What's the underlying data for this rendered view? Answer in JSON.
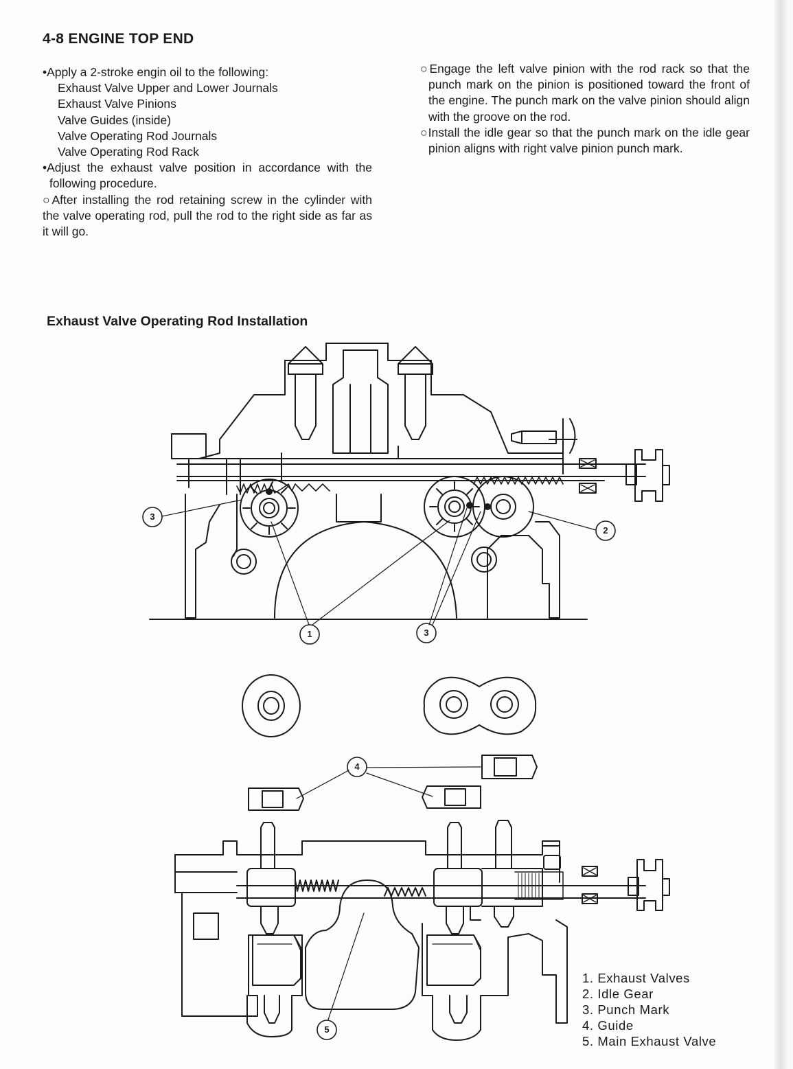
{
  "header": {
    "title": "4-8 ENGINE TOP END"
  },
  "left_column": {
    "bullet_1": "•Apply a 2-stroke engin oil to the following:",
    "items": [
      "Exhaust Valve Upper and Lower Journals",
      "Exhaust Valve Pinions",
      "Valve Guides (inside)",
      "Valve Operating Rod Journals",
      "Valve Operating Rod Rack"
    ],
    "bullet_2": "•Adjust the exhaust valve position in accordance with the following procedure.",
    "step_1": "○After installing the rod retaining screw in the cylinder with the valve operating rod, pull the rod to the right side as far as it will go."
  },
  "right_column": {
    "step_2": "○Engage the left valve pinion with the rod rack so that the punch mark on the pinion is positioned toward the front of the engine. The punch mark on the valve pinion should align with the groove on the rod.",
    "step_3": "○Install the idle gear so that the punch mark on the idle gear pinion aligns with right valve pinion punch mark."
  },
  "figure": {
    "title": "Exhaust Valve Operating Rod Installation",
    "callouts": {
      "c3_left": "3",
      "c2": "2",
      "c1": "1",
      "c3_bottom": "3",
      "c4": "4",
      "c5": "5"
    },
    "legend": [
      "1. Exhaust Valves",
      "2. Idle Gear",
      "3. Punch Mark",
      "4. Guide",
      "5. Main Exhaust Valve"
    ]
  }
}
